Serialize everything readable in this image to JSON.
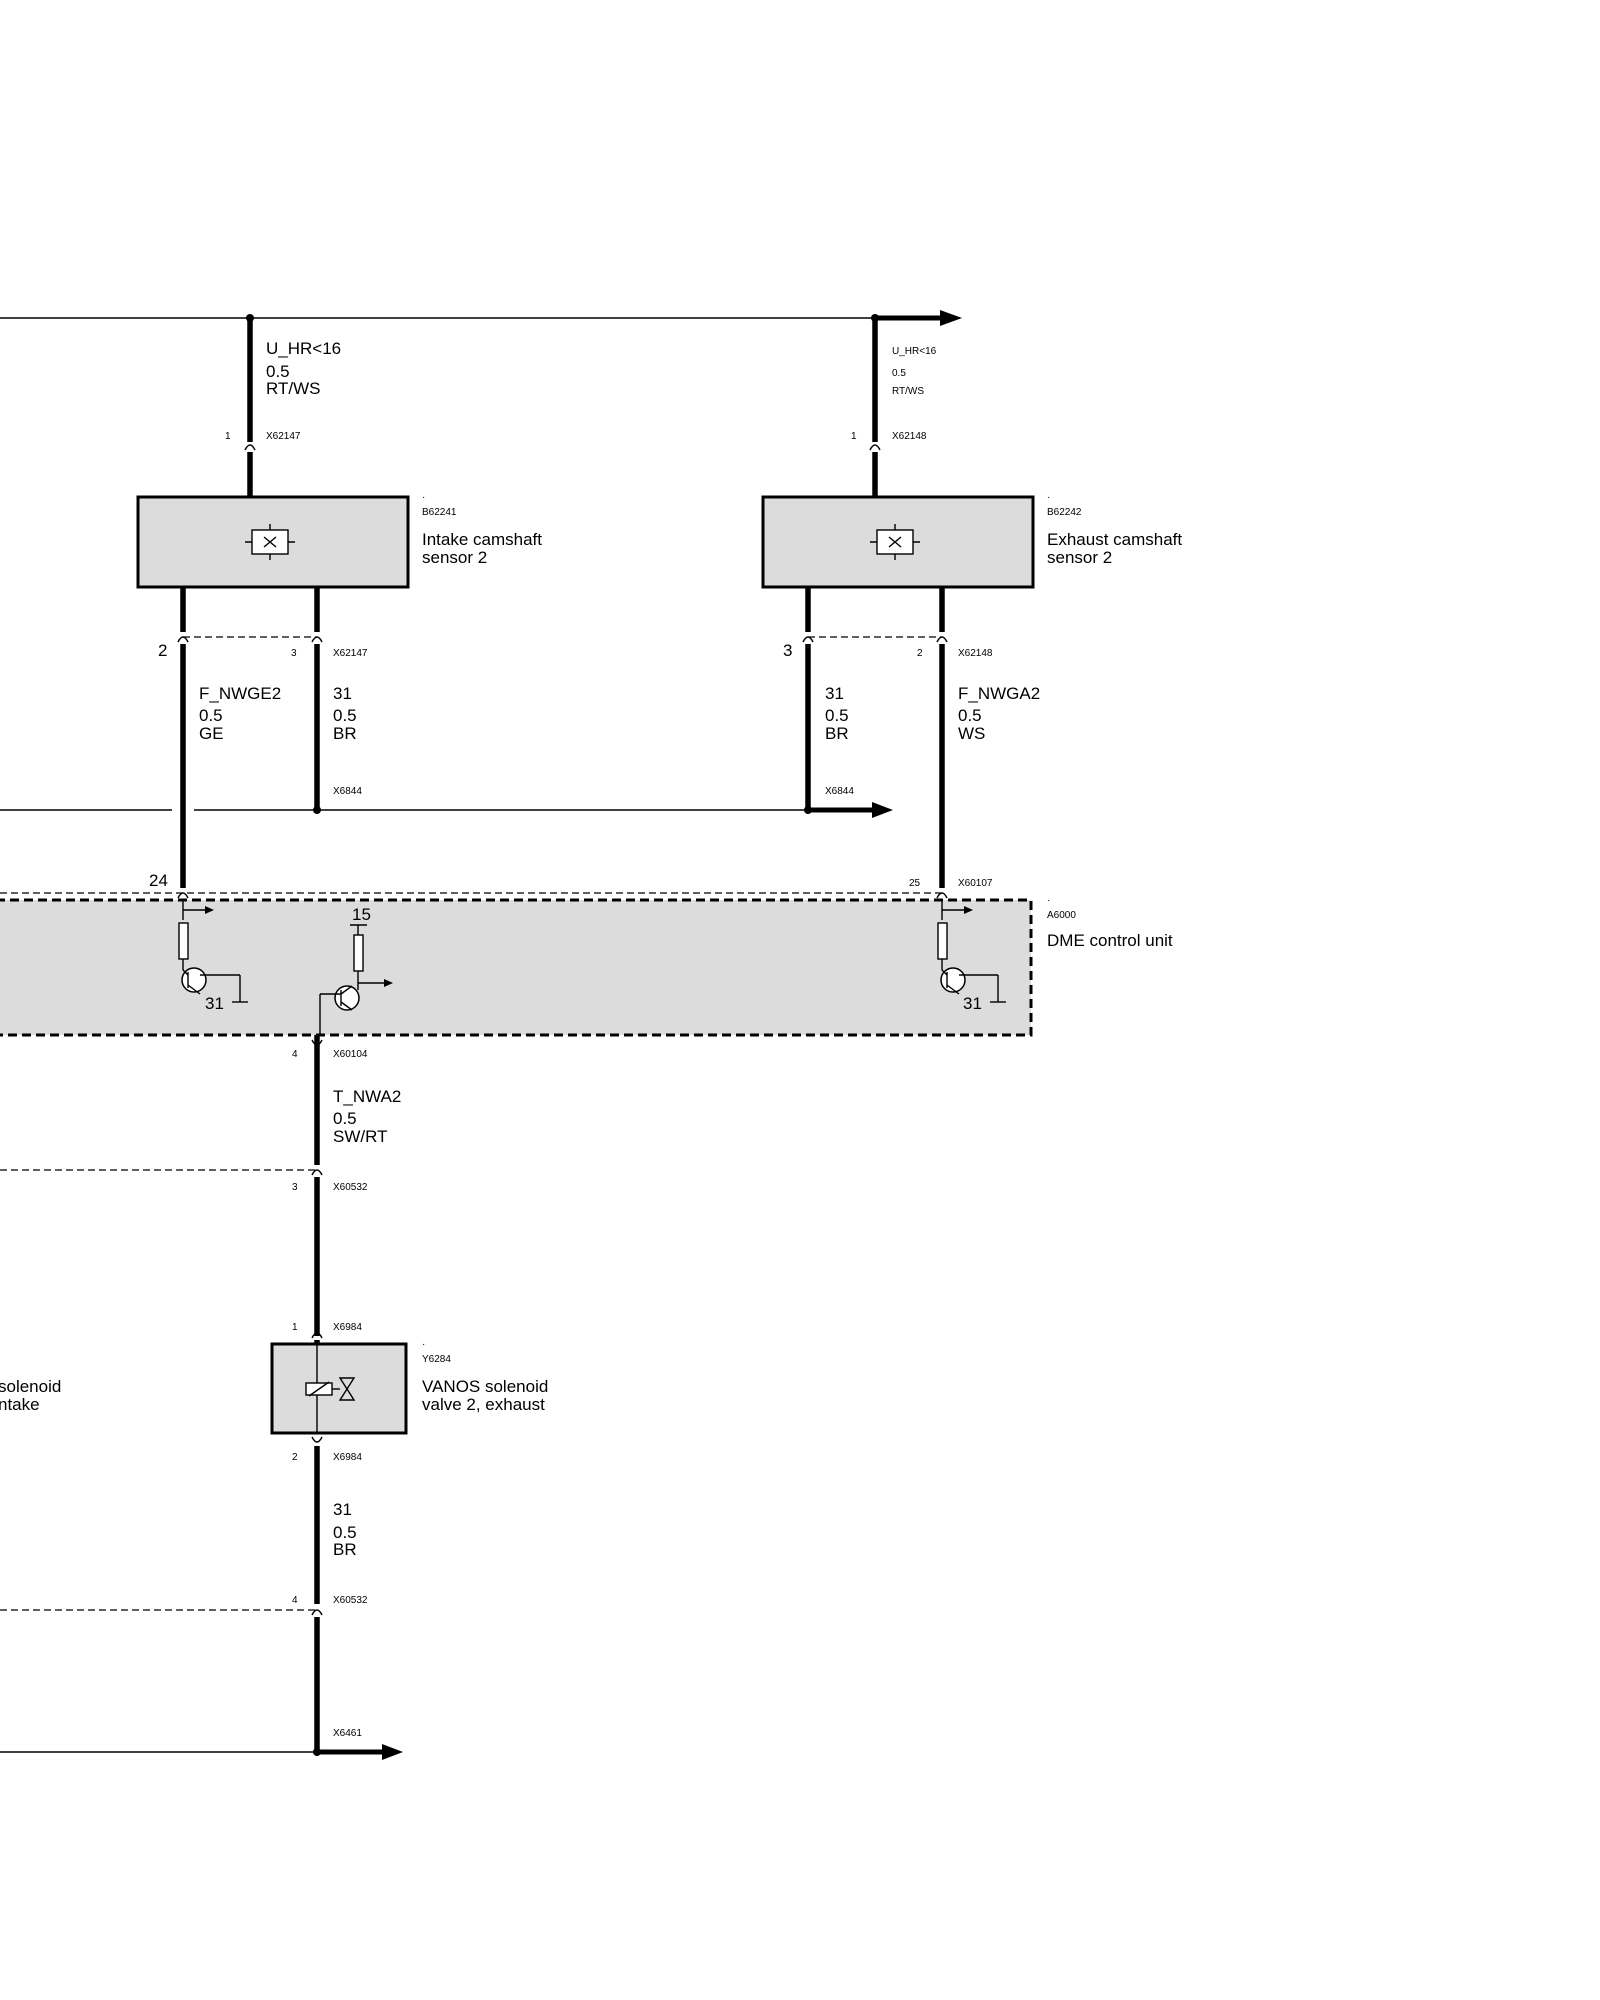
{
  "components": {
    "intake_sensor": {
      "id": "B62241",
      "dot": "·",
      "name_line1": "Intake camshaft",
      "name_line2": "sensor 2"
    },
    "exhaust_sensor": {
      "id": "B62242",
      "dot": "·",
      "name_line1": "Exhaust camshaft",
      "name_line2": "sensor 2"
    },
    "dme": {
      "id": "A6000",
      "dot": "·",
      "name": "DME control unit",
      "pin_15": "15",
      "ground_31a": "31",
      "ground_31b": "31"
    },
    "vanos_exhaust": {
      "id": "Y6284",
      "dot": "·",
      "name_line1": "VANOS solenoid",
      "name_line2": "valve 2, exhaust"
    },
    "vanos_intake_partial": {
      "name_line1": "solenoid",
      "name_line2": "ntake"
    }
  },
  "wires": {
    "u_hr_1": {
      "signal": "U_HR<16",
      "size": "0.5",
      "color": "RT/WS"
    },
    "u_hr_2": {
      "signal": "U_HR<16",
      "size": "0.5",
      "color": "RT/WS"
    },
    "f_nwge2": {
      "signal": "F_NWGE2",
      "size": "0.5",
      "color": "GE"
    },
    "gnd_intake": {
      "signal": "31",
      "size": "0.5",
      "color": "BR"
    },
    "gnd_exhaust": {
      "signal": "31",
      "size": "0.5",
      "color": "BR"
    },
    "f_nwga2": {
      "signal": "F_NWGA2",
      "size": "0.5",
      "color": "WS"
    },
    "t_nwa2": {
      "signal": "T_NWA2",
      "size": "0.5",
      "color": "SW/RT"
    },
    "gnd_vanos": {
      "signal": "31",
      "size": "0.5",
      "color": "BR"
    }
  },
  "connectors": {
    "c1": {
      "pin": "1",
      "id": "X62147"
    },
    "c2": {
      "pin": "1",
      "id": "X62148"
    },
    "c3": {
      "pin": "2",
      "id": ""
    },
    "c4": {
      "pin": "3",
      "id": "X62147"
    },
    "c5": {
      "pin": "3",
      "id": ""
    },
    "c6": {
      "pin": "2",
      "id": "X62148"
    },
    "c7": {
      "id": "X6844"
    },
    "c8": {
      "id": "X6844"
    },
    "c9": {
      "pin": "24",
      "id": ""
    },
    "c10": {
      "pin": "25",
      "id": "X60107"
    },
    "c11": {
      "pin": "4",
      "id": "X60104"
    },
    "c12": {
      "pin": "3",
      "id": "X60532"
    },
    "c13": {
      "pin": "1",
      "id": "X6984"
    },
    "c14": {
      "pin": "2",
      "id": "X6984"
    },
    "c15": {
      "pin": "4",
      "id": "X60532"
    },
    "c16": {
      "id": "X6461"
    }
  }
}
